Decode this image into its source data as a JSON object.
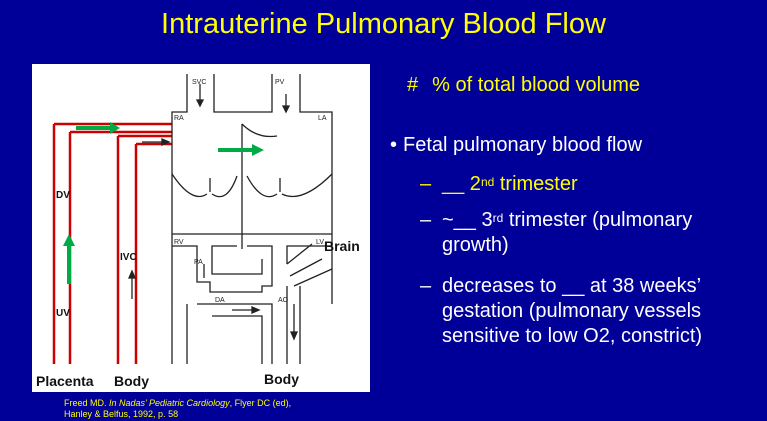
{
  "slide": {
    "title": "Intrauterine Pulmonary Blood Flow"
  },
  "right_panel": {
    "heading_symbol": "#",
    "heading_text": "% of total blood volume",
    "bullet_marker": "•",
    "bullet_text": "Fetal pulmonary blood flow",
    "sub_items": [
      {
        "dash": "–",
        "pre": "__ 2",
        "sup": "nd",
        "post": " trimester"
      },
      {
        "dash": "–",
        "pre": "~__ 3",
        "sup": "rd",
        "post": " trimester (pulmonary growth)"
      },
      {
        "dash": "–",
        "text": "decreases to __ at  38 weeks’ gestation (pulmonary vessels sensitive to low O2, constrict)"
      }
    ]
  },
  "diagram": {
    "labels": {
      "svc": "SVC",
      "pv": "PV",
      "ra": "RA",
      "la": "LA",
      "rv": "RV",
      "lv": "LV",
      "pa": "PA",
      "da": "DA",
      "ao": "AO",
      "dv": "DV",
      "uv": "UV",
      "ivc": "IVC",
      "brain": "Brain",
      "placenta": "Placenta",
      "body_left": "Body",
      "body_bottom": "Body"
    },
    "colors": {
      "vessel": "#cc0000",
      "arrow": "#00aa44",
      "ink": "#222222"
    }
  },
  "citation": {
    "line1_pre": "Freed MD. ",
    "line1_book": "In Nadas’ Pediatric Cardiology",
    "line1_post": ", Flyer DC (ed),",
    "line2": "Hanley & Belfus, 1992, p. 58"
  }
}
